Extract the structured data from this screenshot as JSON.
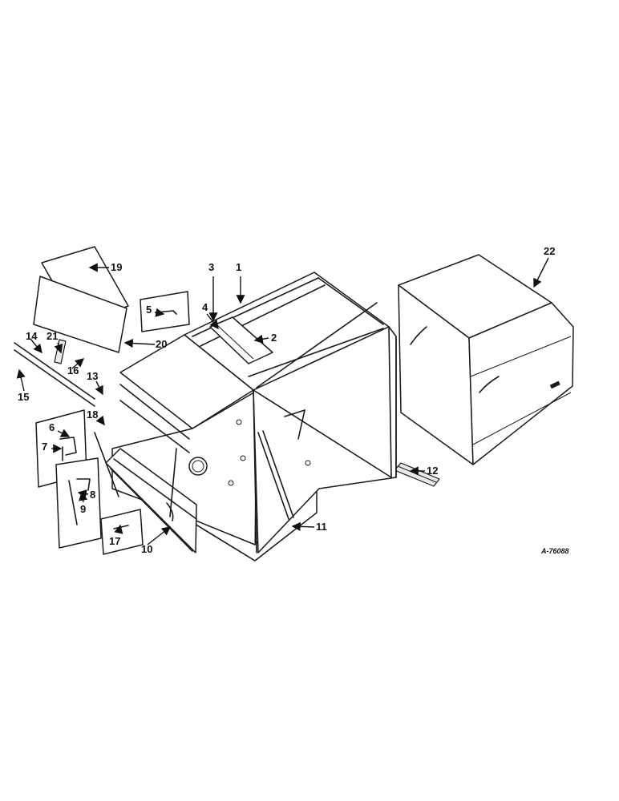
{
  "callouts": [
    "1",
    "2",
    "3",
    "4",
    "5",
    "6",
    "7",
    "8",
    "9",
    "10",
    "11",
    "12",
    "13",
    "14",
    "15",
    "16",
    "17",
    "18",
    "19",
    "20",
    "21",
    "22"
  ],
  "drawing_number": "A-76088"
}
